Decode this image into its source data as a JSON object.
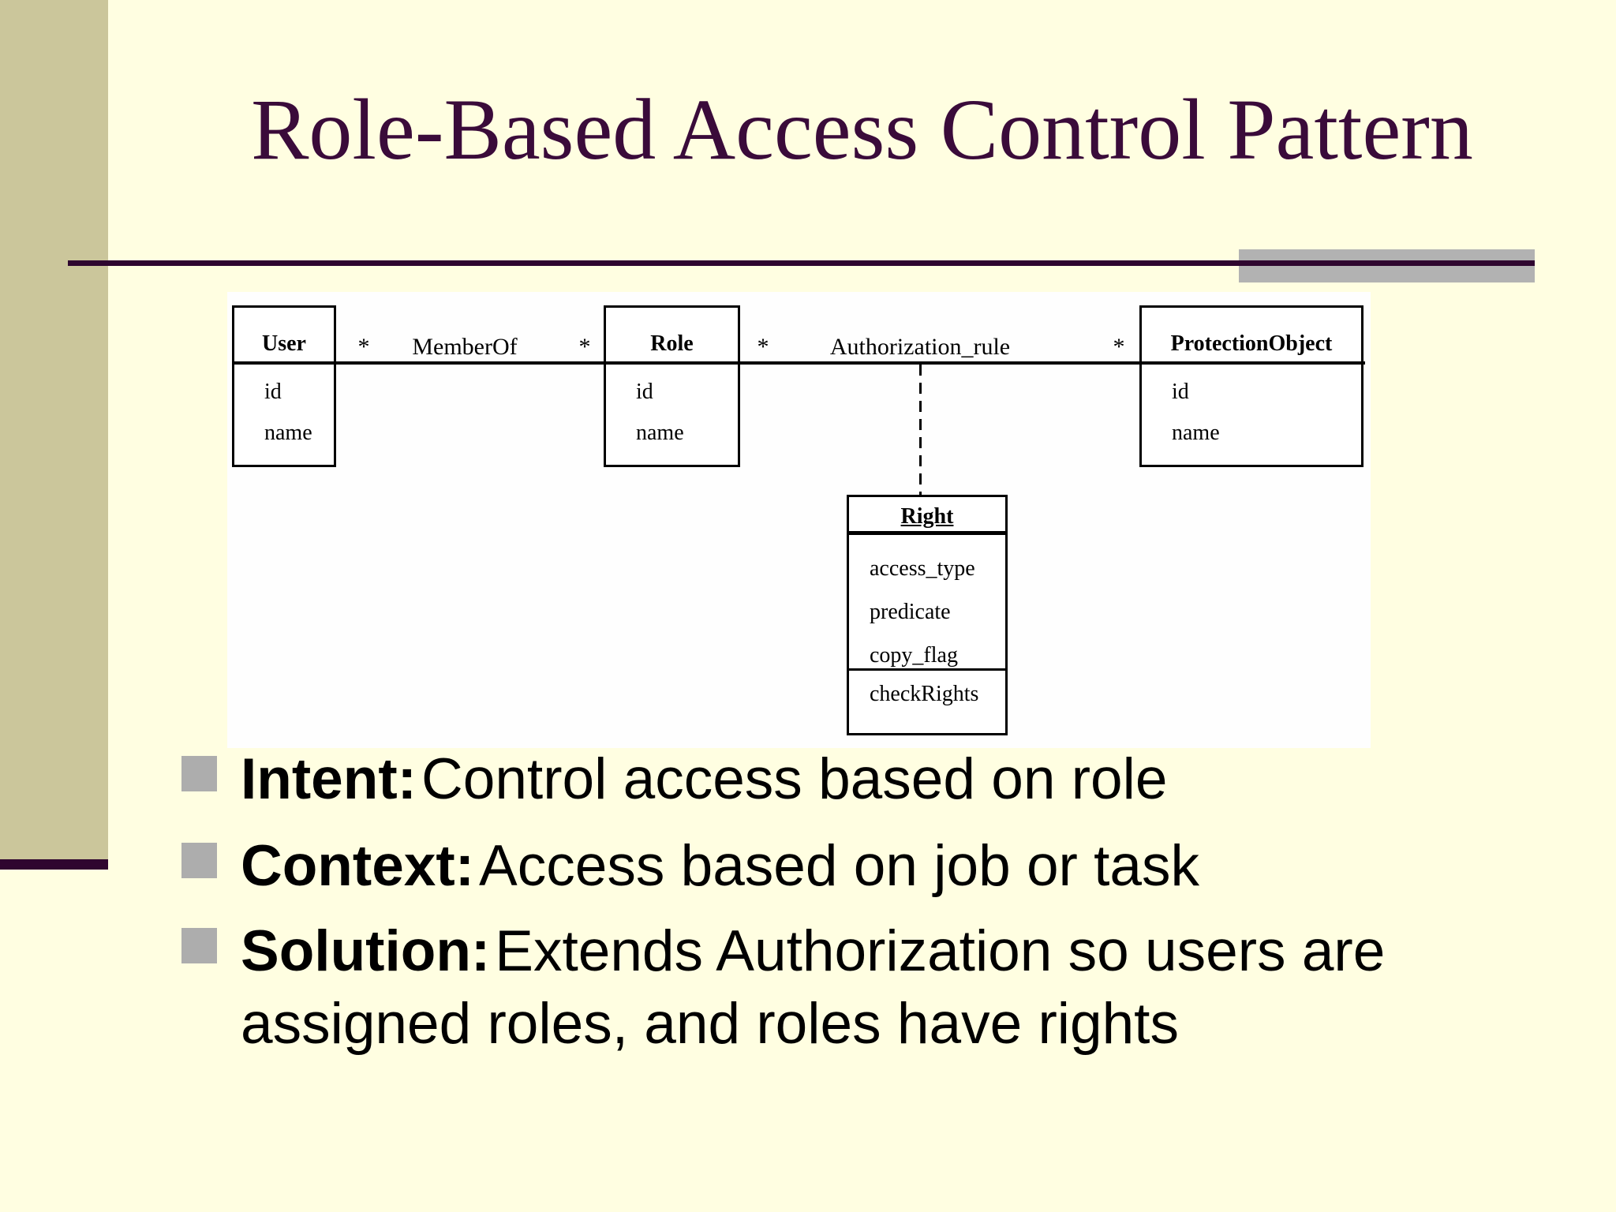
{
  "slide": {
    "title": "Role-Based Access Control Pattern",
    "background_color": "#FFFEE1",
    "accent_bar_color": "#CBC69B",
    "title_color": "#3A0B3A",
    "rule_color": "#2F062F",
    "gray_accent_color": "#B2B2B2",
    "bullet_square_color": "#ADADAD"
  },
  "diagram": {
    "type": "uml-class-diagram",
    "background_color": "#FFFFFF",
    "classes": [
      {
        "name": "User",
        "attributes": [
          "id",
          "name"
        ],
        "operations": []
      },
      {
        "name": "Role",
        "attributes": [
          "id",
          "name"
        ],
        "operations": []
      },
      {
        "name": "ProtectionObject",
        "attributes": [
          "id",
          "name"
        ],
        "operations": []
      },
      {
        "name": "Right",
        "attributes": [
          "access_type",
          "predicate",
          "copy_flag"
        ],
        "operations": [
          "checkRights"
        ]
      }
    ],
    "associations": [
      {
        "name": "MemberOf",
        "between": [
          "User",
          "Role"
        ],
        "multiplicity_left": "*",
        "multiplicity_right": "*"
      },
      {
        "name": "Authorization_rule",
        "between": [
          "Role",
          "ProtectionObject"
        ],
        "multiplicity_left": "*",
        "multiplicity_right": "*"
      }
    ],
    "association_class_link": {
      "from": "Authorization_rule",
      "to": "Right",
      "style": "dashed"
    },
    "multiplicities": [
      "*",
      "*",
      "*",
      "*"
    ]
  },
  "bullets": [
    {
      "label": "Intent:",
      "line1": "Control access based on role",
      "line2": ""
    },
    {
      "label": "Context:",
      "line1": "Access based on job or task",
      "line2": ""
    },
    {
      "label": "Solution:",
      "line1": "Extends Authorization so users are",
      "line2": "assigned roles, and roles have rights"
    }
  ]
}
